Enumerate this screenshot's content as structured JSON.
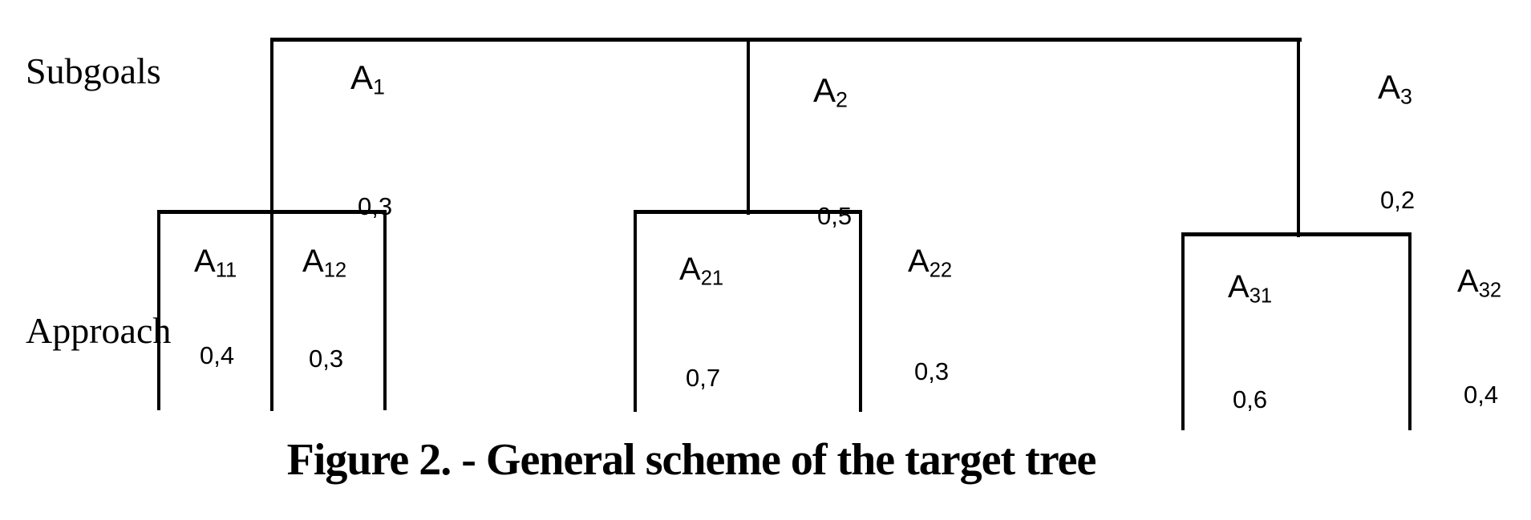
{
  "figure": {
    "caption": "Figure 2. - General scheme of the target tree",
    "row_labels": {
      "subgoals": "Subgoals",
      "approach": "Approach"
    },
    "nodes": {
      "subgoals": [
        {
          "label_base": "A",
          "label_sub": "1",
          "weight": "0,3"
        },
        {
          "label_base": "A",
          "label_sub": "2",
          "weight": "0,5"
        },
        {
          "label_base": "A",
          "label_sub": "3",
          "weight": "0,2"
        }
      ],
      "approaches": [
        {
          "label_base": "A",
          "label_sub": "11",
          "weight": "0,4",
          "parent": "A1"
        },
        {
          "label_base": "A",
          "label_sub": "12",
          "weight": "0,3",
          "parent": "A1"
        },
        {
          "label_base": "A",
          "label_sub": "21",
          "weight": "0,7",
          "parent": "A2"
        },
        {
          "label_base": "A",
          "label_sub": "22",
          "weight": "0,3",
          "parent": "A2"
        },
        {
          "label_base": "A",
          "label_sub": "31",
          "weight": "0,6",
          "parent": "A3"
        },
        {
          "label_base": "A",
          "label_sub": "32",
          "weight": "0,4",
          "parent": "A3"
        }
      ]
    },
    "colors": {
      "line": "#000000",
      "text": "#000000",
      "background": "#ffffff"
    }
  }
}
